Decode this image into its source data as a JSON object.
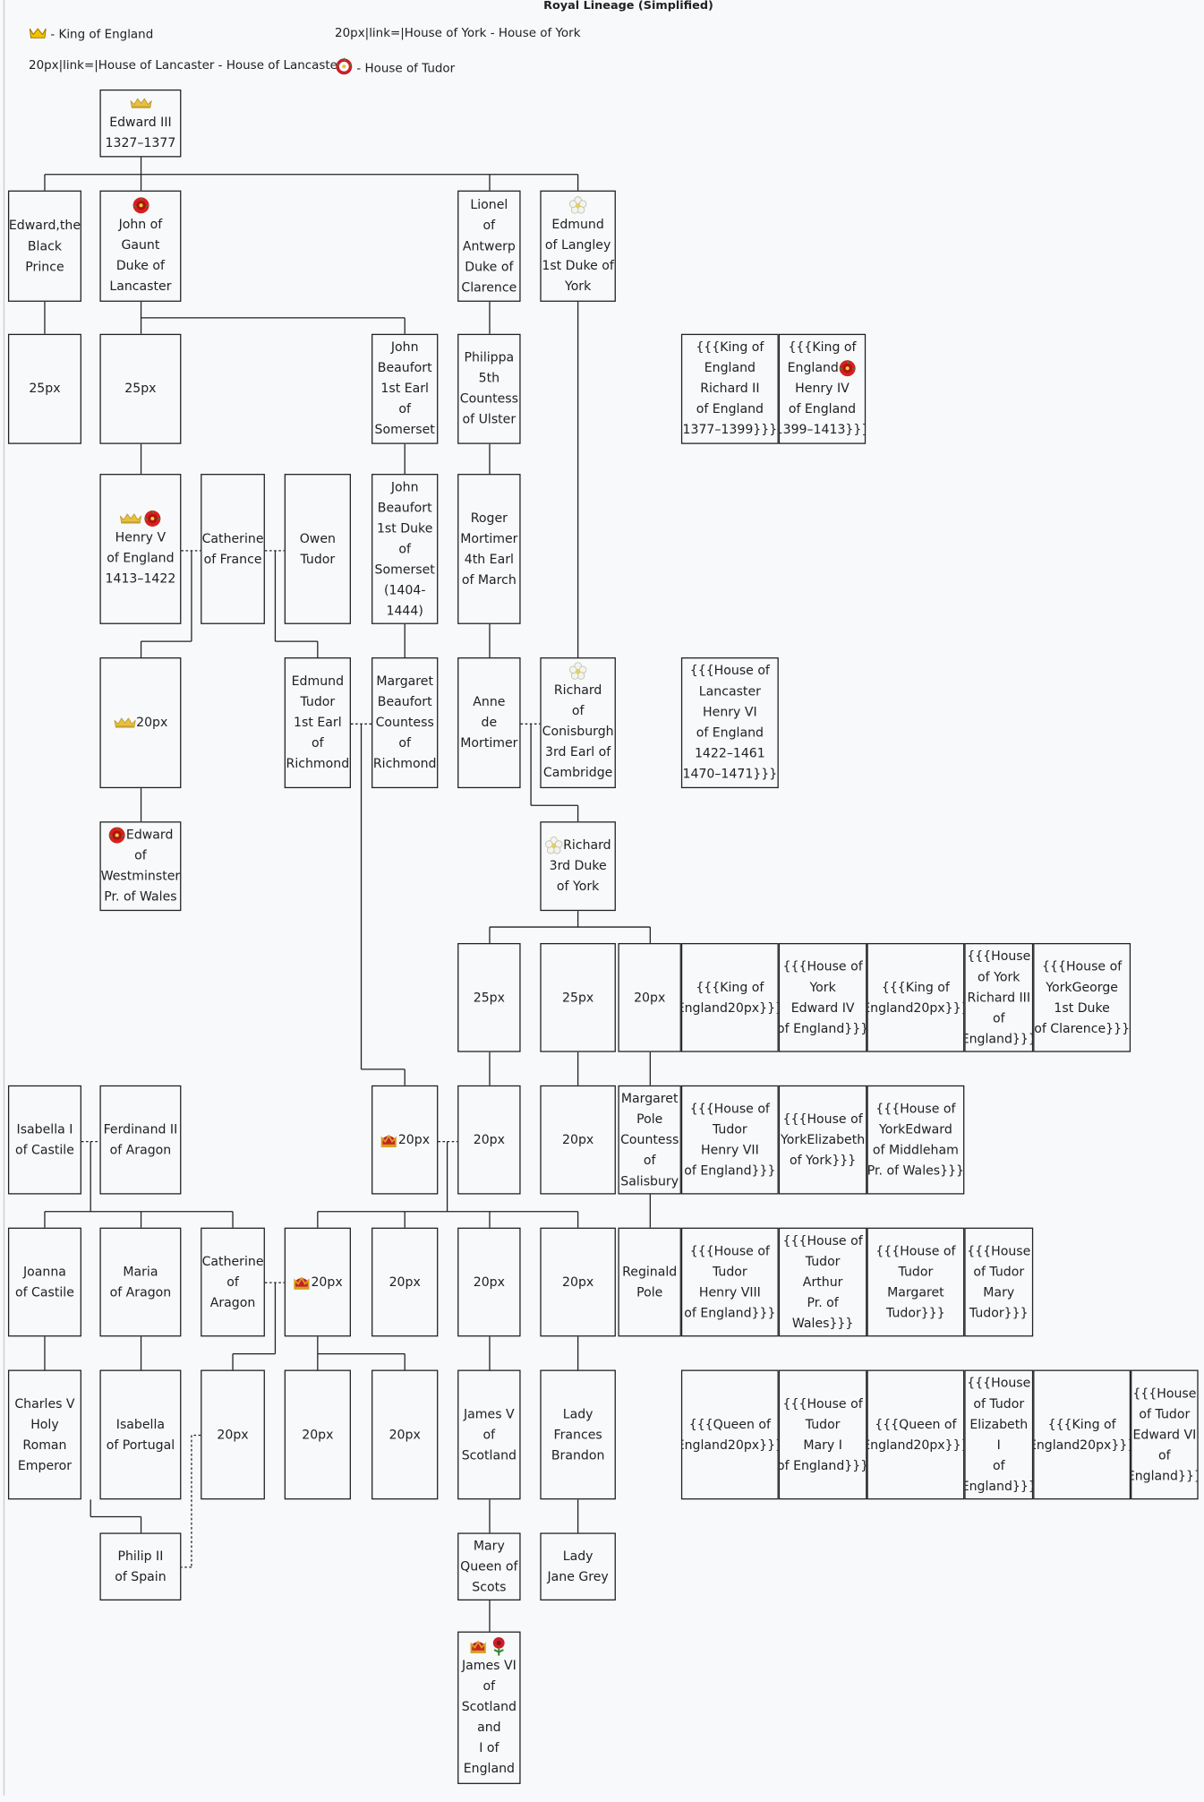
{
  "title": "Royal Lineage (Simplified)",
  "legend": [
    {
      "icon": "crown",
      "text": "- King of England"
    },
    {
      "icon": "",
      "text": "20px|link=|House of York - House of York"
    },
    {
      "icon": "",
      "text": "20px|link=|House of Lancaster - House of Lancaster"
    },
    {
      "icon": "tudor-rose",
      "text": "- House of Tudor"
    }
  ],
  "colors": {
    "border": "#202122",
    "background": "#f8f9fa",
    "crown": "#e0b020",
    "lancaster_red": "#d62020",
    "tudor_red": "#c8202a"
  },
  "nodes": {
    "edward3": {
      "icons": [
        "crown-gold"
      ],
      "lines": [
        "Edward III",
        "1327–1377"
      ]
    },
    "blackprince": {
      "lines": [
        "Edward,the",
        "Black",
        "Prince"
      ]
    },
    "gaunt": {
      "icons": [
        "red-rose"
      ],
      "lines": [
        "John of",
        "Gaunt",
        "Duke of",
        "Lancaster"
      ]
    },
    "lionel": {
      "lines": [
        "Lionel",
        "of",
        "Antwerp",
        "Duke of",
        "Clarence"
      ]
    },
    "edmund": {
      "icons": [
        "white-rose"
      ],
      "lines": [
        "Edmund",
        "of Langley",
        "1st Duke of",
        "York"
      ]
    },
    "r2a": {
      "lines": [
        "25px"
      ]
    },
    "r2b": {
      "lines": [
        "25px"
      ]
    },
    "beaufort1": {
      "lines": [
        "John",
        "Beaufort",
        "1st Earl",
        "of",
        "Somerset"
      ]
    },
    "philippa": {
      "lines": [
        "Philippa",
        "5th",
        "Countess",
        "of Ulster"
      ]
    },
    "richard2": {
      "lines": [
        "{{{King of",
        "England",
        "Richard II",
        "of England",
        "1377–1399}}}"
      ]
    },
    "henry4": {
      "lines": [
        "{{{King of",
        "England",
        "Henry IV",
        "of England",
        "1399–1413}}}"
      ],
      "inline_icon": {
        "line": 1,
        "icon": "red-rose"
      }
    },
    "henry5": {
      "icons": [
        "crown-gold",
        "red-rose"
      ],
      "lines": [
        "Henry V",
        "of England",
        "1413–1422"
      ]
    },
    "catherinefr": {
      "lines": [
        "Catherine",
        "of France"
      ]
    },
    "owen": {
      "lines": [
        "Owen",
        "Tudor"
      ]
    },
    "beaufort2": {
      "lines": [
        "John",
        "Beaufort",
        "1st Duke",
        "of",
        "Somerset",
        "(1404-",
        "1444)"
      ]
    },
    "roger": {
      "lines": [
        "Roger",
        "Mortimer",
        "4th Earl",
        "of March"
      ]
    },
    "h6img": {
      "lines": [
        "20px"
      ],
      "prefix_icon": "crown-gold"
    },
    "edmundtudor": {
      "lines": [
        "Edmund",
        "Tudor",
        "1st Earl",
        "of",
        "Richmond"
      ]
    },
    "margaretb": {
      "lines": [
        "Margaret",
        "Beaufort",
        "Countess",
        "of",
        "Richmond"
      ]
    },
    "anne": {
      "lines": [
        "Anne",
        "de",
        "Mortimer"
      ]
    },
    "conisburgh": {
      "icons": [
        "white-rose"
      ],
      "lines": [
        "Richard",
        "of",
        "Conisburgh",
        "3rd Earl of",
        "Cambridge"
      ]
    },
    "henry6": {
      "lines": [
        "{{{House of",
        "Lancaster",
        "Henry VI",
        "of England",
        "1422–1461",
        "1470–1471}}}"
      ]
    },
    "westminster": {
      "lines": [
        "Edward",
        "of",
        "Westminster",
        "Pr. of Wales"
      ],
      "prefix_icon": "red-rose"
    },
    "york3": {
      "lines": [
        "Richard",
        "3rd Duke",
        "of York"
      ],
      "prefix_icon": "white-rose"
    },
    "r6a": {
      "lines": [
        "25px"
      ]
    },
    "r6b": {
      "lines": [
        "25px"
      ]
    },
    "r6c": {
      "lines": [
        "20px"
      ]
    },
    "r6d": {
      "lines": [
        "{{{King of",
        "England20px}}}"
      ]
    },
    "edward4": {
      "lines": [
        "{{{House of",
        "York",
        "Edward IV",
        "of England}}}"
      ]
    },
    "r6f": {
      "lines": [
        "{{{King of",
        "England20px}}}"
      ]
    },
    "richard3": {
      "lines": [
        "{{{House",
        "of York",
        "Richard III",
        "of",
        "England}}}"
      ]
    },
    "george": {
      "lines": [
        "{{{House of",
        "YorkGeorge",
        "1st Duke",
        "of Clarence}}}"
      ]
    },
    "isabella1": {
      "lines": [
        "Isabella I",
        "of Castile"
      ]
    },
    "ferdinand": {
      "lines": [
        "Ferdinand II",
        "of Aragon"
      ]
    },
    "r7crown": {
      "lines": [
        "20px"
      ],
      "prefix_icon": "crown-royal"
    },
    "r7a": {
      "lines": [
        "20px"
      ]
    },
    "r7b": {
      "lines": [
        "20px"
      ]
    },
    "mpole": {
      "lines": [
        "Margaret",
        "Pole",
        "Countess",
        "of",
        "Salisbury"
      ]
    },
    "henry7": {
      "lines": [
        "{{{House of",
        "Tudor",
        "Henry VII",
        "of England}}}"
      ]
    },
    "elizyork": {
      "lines": [
        "{{{House of",
        "YorkElizabeth",
        "of York}}}"
      ]
    },
    "middleham": {
      "lines": [
        "{{{House of",
        "YorkEdward",
        "of Middleham",
        "Pr. of Wales}}}"
      ]
    },
    "joanna": {
      "lines": [
        "Joanna",
        "of Castile"
      ]
    },
    "maria": {
      "lines": [
        "Maria",
        "of Aragon"
      ]
    },
    "catherinear": {
      "lines": [
        "Catherine",
        "of",
        "Aragon"
      ]
    },
    "r8crown": {
      "lines": [
        "20px"
      ],
      "prefix_icon": "crown-royal"
    },
    "r8a": {
      "lines": [
        "20px"
      ]
    },
    "r8b": {
      "lines": [
        "20px"
      ]
    },
    "r8c": {
      "lines": [
        "20px"
      ]
    },
    "reginald": {
      "lines": [
        "Reginald",
        "Pole"
      ]
    },
    "henry8": {
      "lines": [
        "{{{House of",
        "Tudor",
        "Henry VIII",
        "of England}}}"
      ]
    },
    "arthur": {
      "lines": [
        "{{{House of",
        "Tudor",
        "Arthur",
        "Pr. of",
        "Wales}}}"
      ]
    },
    "mtudor": {
      "lines": [
        "{{{House of",
        "Tudor",
        "Margaret",
        "Tudor}}}"
      ]
    },
    "marytudor": {
      "lines": [
        "{{{House",
        "of Tudor",
        "Mary",
        "Tudor}}}"
      ]
    },
    "charles5": {
      "lines": [
        "Charles V",
        "Holy",
        "Roman",
        "Emperor"
      ]
    },
    "isabellap": {
      "lines": [
        "Isabella",
        "of Portugal"
      ]
    },
    "r9a": {
      "lines": [
        "20px"
      ]
    },
    "r9b": {
      "lines": [
        "20px"
      ]
    },
    "r9c": {
      "lines": [
        "20px"
      ]
    },
    "james5": {
      "lines": [
        "James V",
        "of",
        "Scotland"
      ]
    },
    "frances": {
      "lines": [
        "Lady",
        "Frances",
        "Brandon"
      ]
    },
    "queen1": {
      "lines": [
        "{{{Queen of",
        "England20px}}}"
      ]
    },
    "mary1": {
      "lines": [
        "{{{House of",
        "Tudor",
        "Mary I",
        "of England}}}"
      ]
    },
    "queen2": {
      "lines": [
        "{{{Queen of",
        "England20px}}}"
      ]
    },
    "elizabeth1": {
      "lines": [
        "{{{House",
        "of Tudor",
        "Elizabeth",
        "I",
        "of",
        "England}}}"
      ]
    },
    "king9": {
      "lines": [
        "{{{King of",
        "England20px}}}"
      ]
    },
    "edward6": {
      "lines": [
        "{{{House",
        "of Tudor",
        "Edward VI",
        "of",
        "England}}}"
      ]
    },
    "philip2": {
      "lines": [
        "Philip II",
        "of Spain"
      ]
    },
    "maryscots": {
      "lines": [
        "Mary",
        "Queen of",
        "Scots"
      ]
    },
    "janegrey": {
      "lines": [
        "Lady",
        "Jane Grey"
      ]
    },
    "james6": {
      "icons": [
        "crown-royal",
        "rose-stem"
      ],
      "lines": [
        "James VI",
        "of",
        "Scotland",
        "and",
        "I of",
        "England"
      ]
    }
  }
}
